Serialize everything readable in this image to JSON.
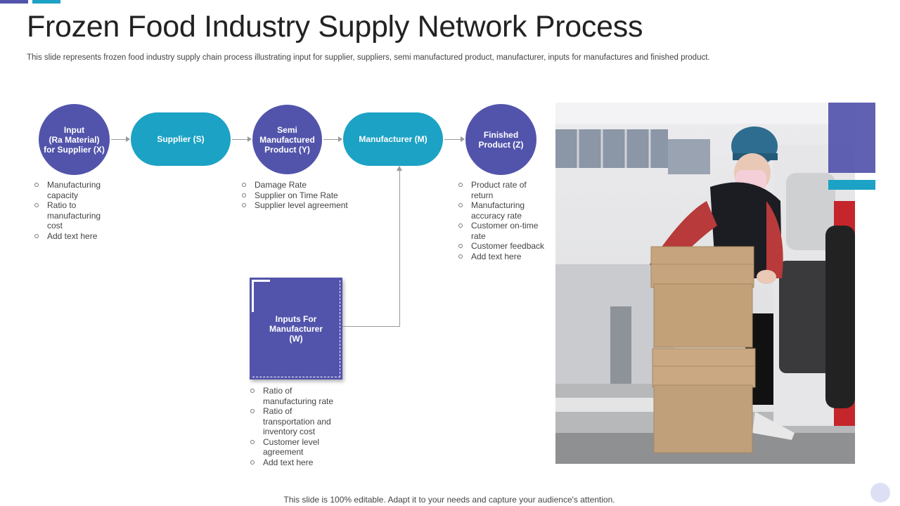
{
  "colors": {
    "purple": "#5254ab",
    "teal": "#1ca2c4",
    "arrow": "#999999",
    "page_dot": "#dde0f5"
  },
  "header": {
    "title": "Frozen Food Industry Supply Network Process",
    "subtitle": "This slide represents frozen food industry supply chain process illustrating input for supplier, suppliers, semi manufactured product, manufacturer, inputs for manufactures and finished product."
  },
  "flow": {
    "nodes": [
      {
        "label": "Input\n(Ra Material)\nfor Supplier  (X)"
      },
      {
        "label": "Supplier  (S)"
      },
      {
        "label": "Semi\nManufactured\nProduct (Y)"
      },
      {
        "label": "Manufacturer (M)"
      },
      {
        "label": "Finished\nProduct (Z)"
      }
    ],
    "input_box": {
      "label": "Inputs For\nManufacturer\n(W)"
    }
  },
  "lists": {
    "input": [
      "Manufacturing capacity",
      "Ratio to manufacturing cost",
      "Add text here"
    ],
    "semi": [
      "Damage Rate",
      "Supplier on Time Rate",
      "Supplier level agreement"
    ],
    "finished": [
      "Product rate of return",
      "Manufacturing accuracy rate",
      "Customer on-time rate",
      "Customer feedback",
      "Add text here"
    ],
    "manufacturer_inputs": [
      "Ratio of manufacturing rate",
      "Ratio of transportation and inventory cost",
      "Customer level agreement",
      "Add text here"
    ]
  },
  "footer": {
    "text": "This slide is 100% editable. Adapt it to your needs and capture your audience's attention."
  }
}
